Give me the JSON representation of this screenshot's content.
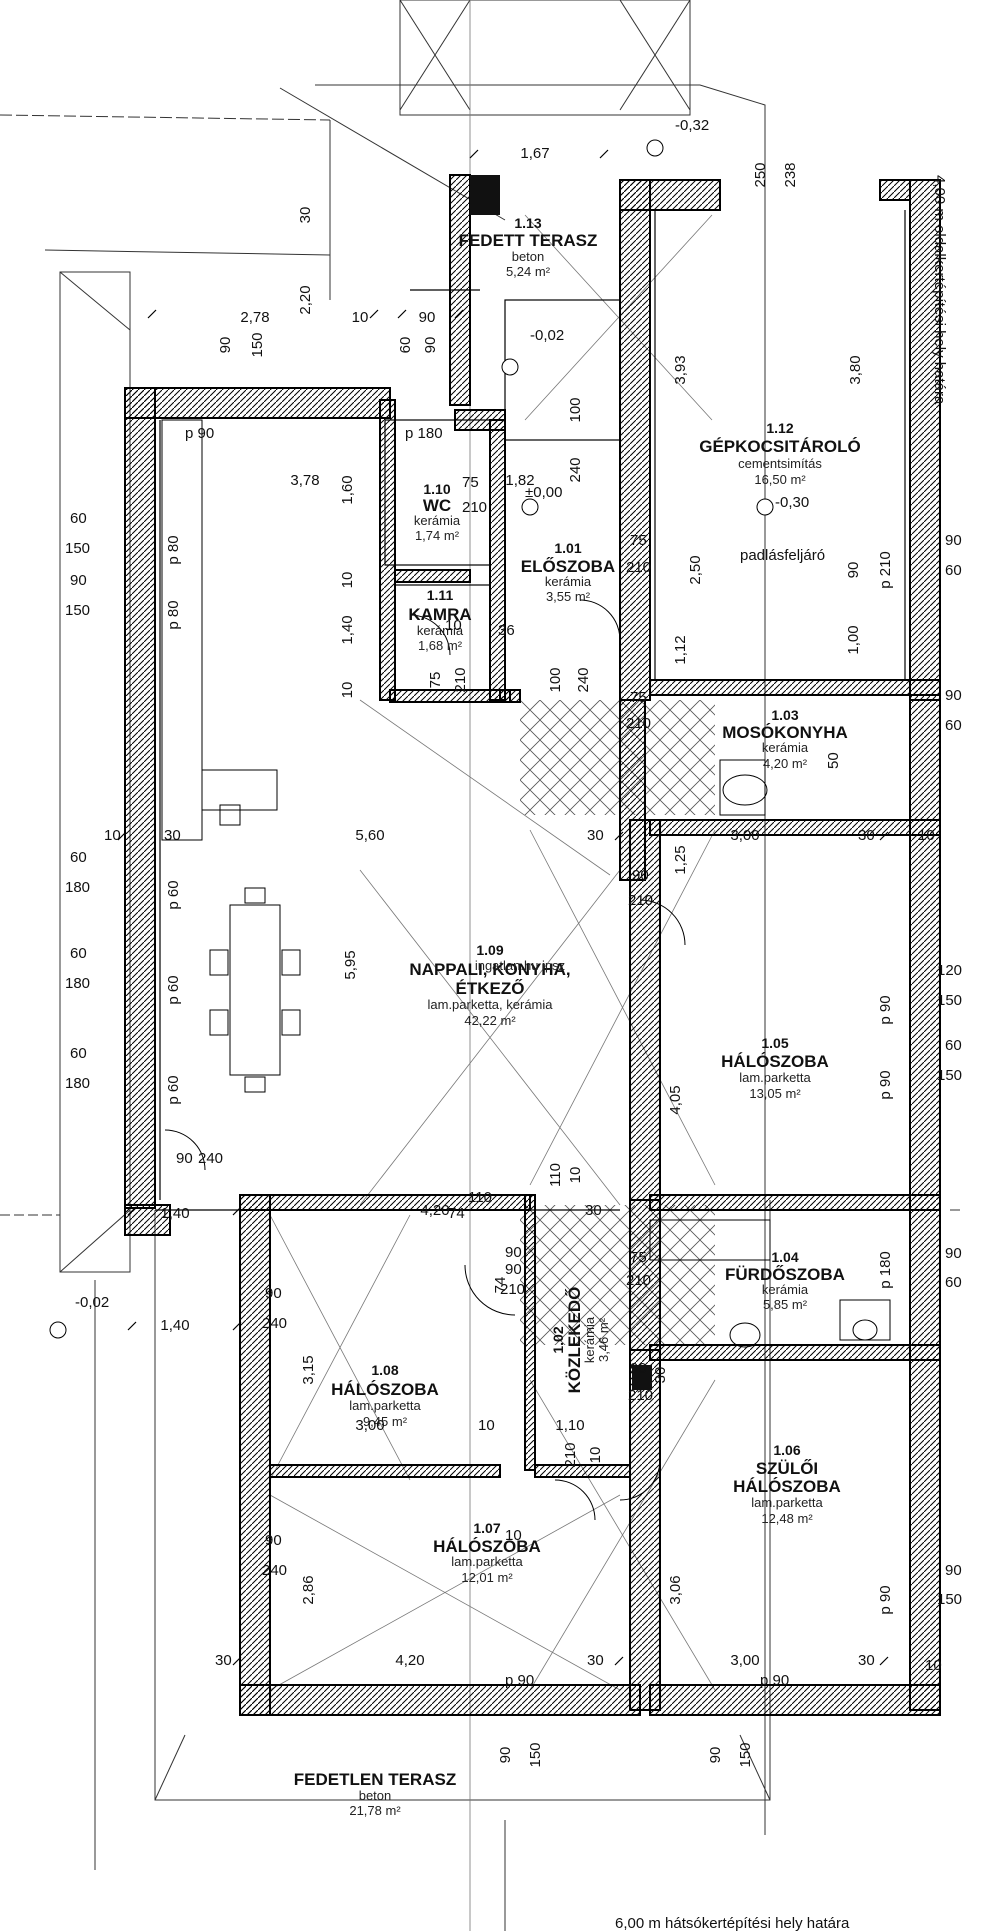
{
  "rooms": {
    "fedett_terasz": {
      "num": "1.13",
      "name": "FEDETT TERASZ",
      "material": "beton",
      "area": "5,24 m²"
    },
    "gepkocsitarolo": {
      "num": "1.12",
      "name": "GÉPKOCSITÁROLÓ",
      "material": "cementsimítás",
      "area": "16,50 m²"
    },
    "wc": {
      "num": "1.10",
      "name": "WC",
      "material": "kerámia",
      "area": "1,74 m²"
    },
    "eloszoba": {
      "num": "1.01",
      "name": "ELŐSZOBA",
      "material": "kerámia",
      "area": "3,55 m²"
    },
    "kamra": {
      "num": "1.11",
      "name": "KAMRA",
      "material": "kerámia",
      "area": "1,68 m²"
    },
    "mosokonyha": {
      "num": "1.03",
      "name": "MOSÓKONYHA",
      "material": "kerámia",
      "area": "4,20 m²"
    },
    "nappali": {
      "num": "1.09",
      "name1": "NAPPALI, KONYHA,",
      "name2": "ÉTKEZŐ",
      "material": "lam.parketta, kerámia",
      "area": "42,22 m²"
    },
    "haloszoba_105": {
      "num": "1.05",
      "name": "HÁLÓSZOBA",
      "material": "lam.parketta",
      "area": "13,05 m²"
    },
    "furdoszoba": {
      "num": "1.04",
      "name": "FÜRDŐSZOBA",
      "material": "kerámia",
      "area": "5,85 m²"
    },
    "haloszoba_108": {
      "num": "1.08",
      "name": "HÁLÓSZOBA",
      "material": "lam.parketta",
      "area": "9,45 m²"
    },
    "kozlekedo": {
      "num": "1.02",
      "name": "KÖZLEKEDŐ",
      "material": "kerámia",
      "area": "3,46 m²"
    },
    "szuloi": {
      "num": "1.06",
      "name1": "SZÜLŐI",
      "name2": "HÁLÓSZOBA",
      "material": "lam.parketta",
      "area": "12,48 m²"
    },
    "haloszoba_107": {
      "num": "1.07",
      "name": "HÁLÓSZOBA",
      "material": "lam.parketta",
      "area": "12,01 m²"
    },
    "fedetlen_terasz": {
      "name": "FEDETLEN TERASZ",
      "material": "beton",
      "area": "21,78 m²"
    }
  },
  "levels": [
    "-0,32",
    "-0,02",
    "±0,00",
    "-0,30",
    "-0,02"
  ],
  "annotations": {
    "side_boundary": "4,00 m oldalkertépítési hely határa",
    "rear_boundary": "6,00 m hátsókertépítési hely határa",
    "attic_access": "padlásfeljáró",
    "watermark": "ingatlan.hu ipsz"
  },
  "dimensions": {
    "top_167": "1,67",
    "d250": "250",
    "d238": "238",
    "d30": "30",
    "d278": "2,78",
    "d220": "2,20",
    "d10": "10",
    "d90": "90",
    "d60": "60",
    "d150": "150",
    "d100": "100",
    "d180": "180",
    "d378": "3,78",
    "d160": "1,60",
    "d182": "1,82",
    "d240": "240",
    "d75": "75",
    "d210": "210",
    "d393": "3,93",
    "d380": "3,80",
    "d140": "1,40",
    "d36": "36",
    "d112": "1,12",
    "d100m": "1,00",
    "d125": "1,25",
    "d300": "3,00",
    "d560": "5,60",
    "d595": "5,95",
    "d120": "120",
    "d405": "4,05",
    "d110": "110",
    "d420": "4,20",
    "d74": "74",
    "d315": "3,15",
    "d306": "3,06",
    "d286": "2,86",
    "d110m": "1,10",
    "p90": "p 90",
    "p80": "p 80",
    "p60": "p 60",
    "p180": "p 180",
    "p210": "p 210",
    "d50": "50",
    "d250m": "2,50"
  }
}
